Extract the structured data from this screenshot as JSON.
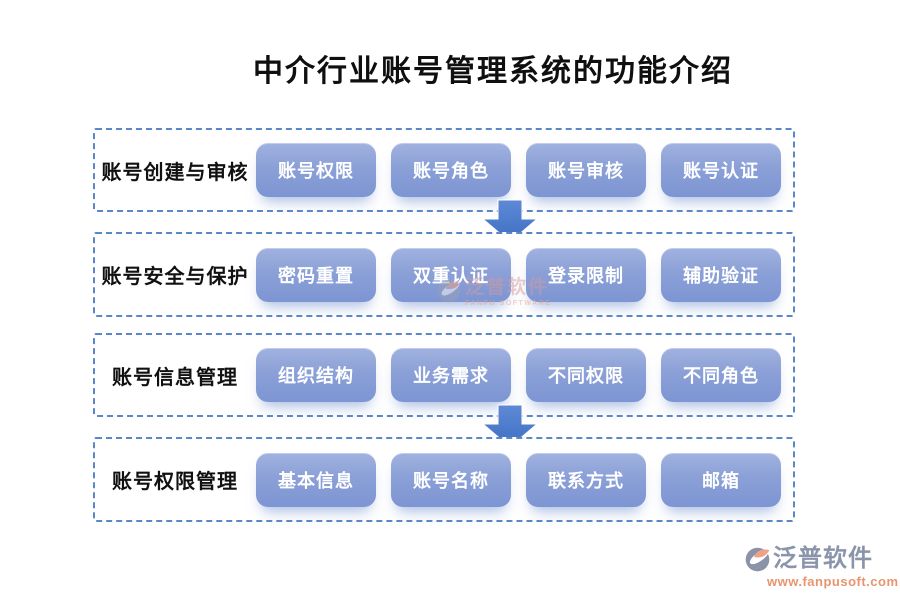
{
  "title": "中介行业账号管理系统的功能介绍",
  "rows": [
    {
      "label": "账号创建与审核",
      "items": [
        "账号权限",
        "账号角色",
        "账号审核",
        "账号认证"
      ]
    },
    {
      "label": "账号安全与保护",
      "items": [
        "密码重置",
        "双重认证",
        "登录限制",
        "辅助验证"
      ]
    },
    {
      "label": "账号信息管理",
      "items": [
        "组织结构",
        "业务需求",
        "不同权限",
        "不同角色"
      ]
    },
    {
      "label": "账号权限管理",
      "items": [
        "基本信息",
        "账号名称",
        "联系方式",
        "邮箱"
      ]
    }
  ],
  "watermark": {
    "name": "泛普软件",
    "subtext": "FANPU SOFTWARE"
  },
  "footer_logo": {
    "name": "泛普软件",
    "url": "www.fanpusoft.com"
  },
  "colors": {
    "title_text": "#0f0f0f",
    "dashed_border": "#5b87c8",
    "pill_gradient_top": "#a0b2df",
    "pill_gradient_bottom": "#7d95d3",
    "pill_text": "#ffffff",
    "arrow_fill": "#4a7ccd",
    "brand_gray": "#8a94aa",
    "brand_salmon": "#e8946e"
  }
}
